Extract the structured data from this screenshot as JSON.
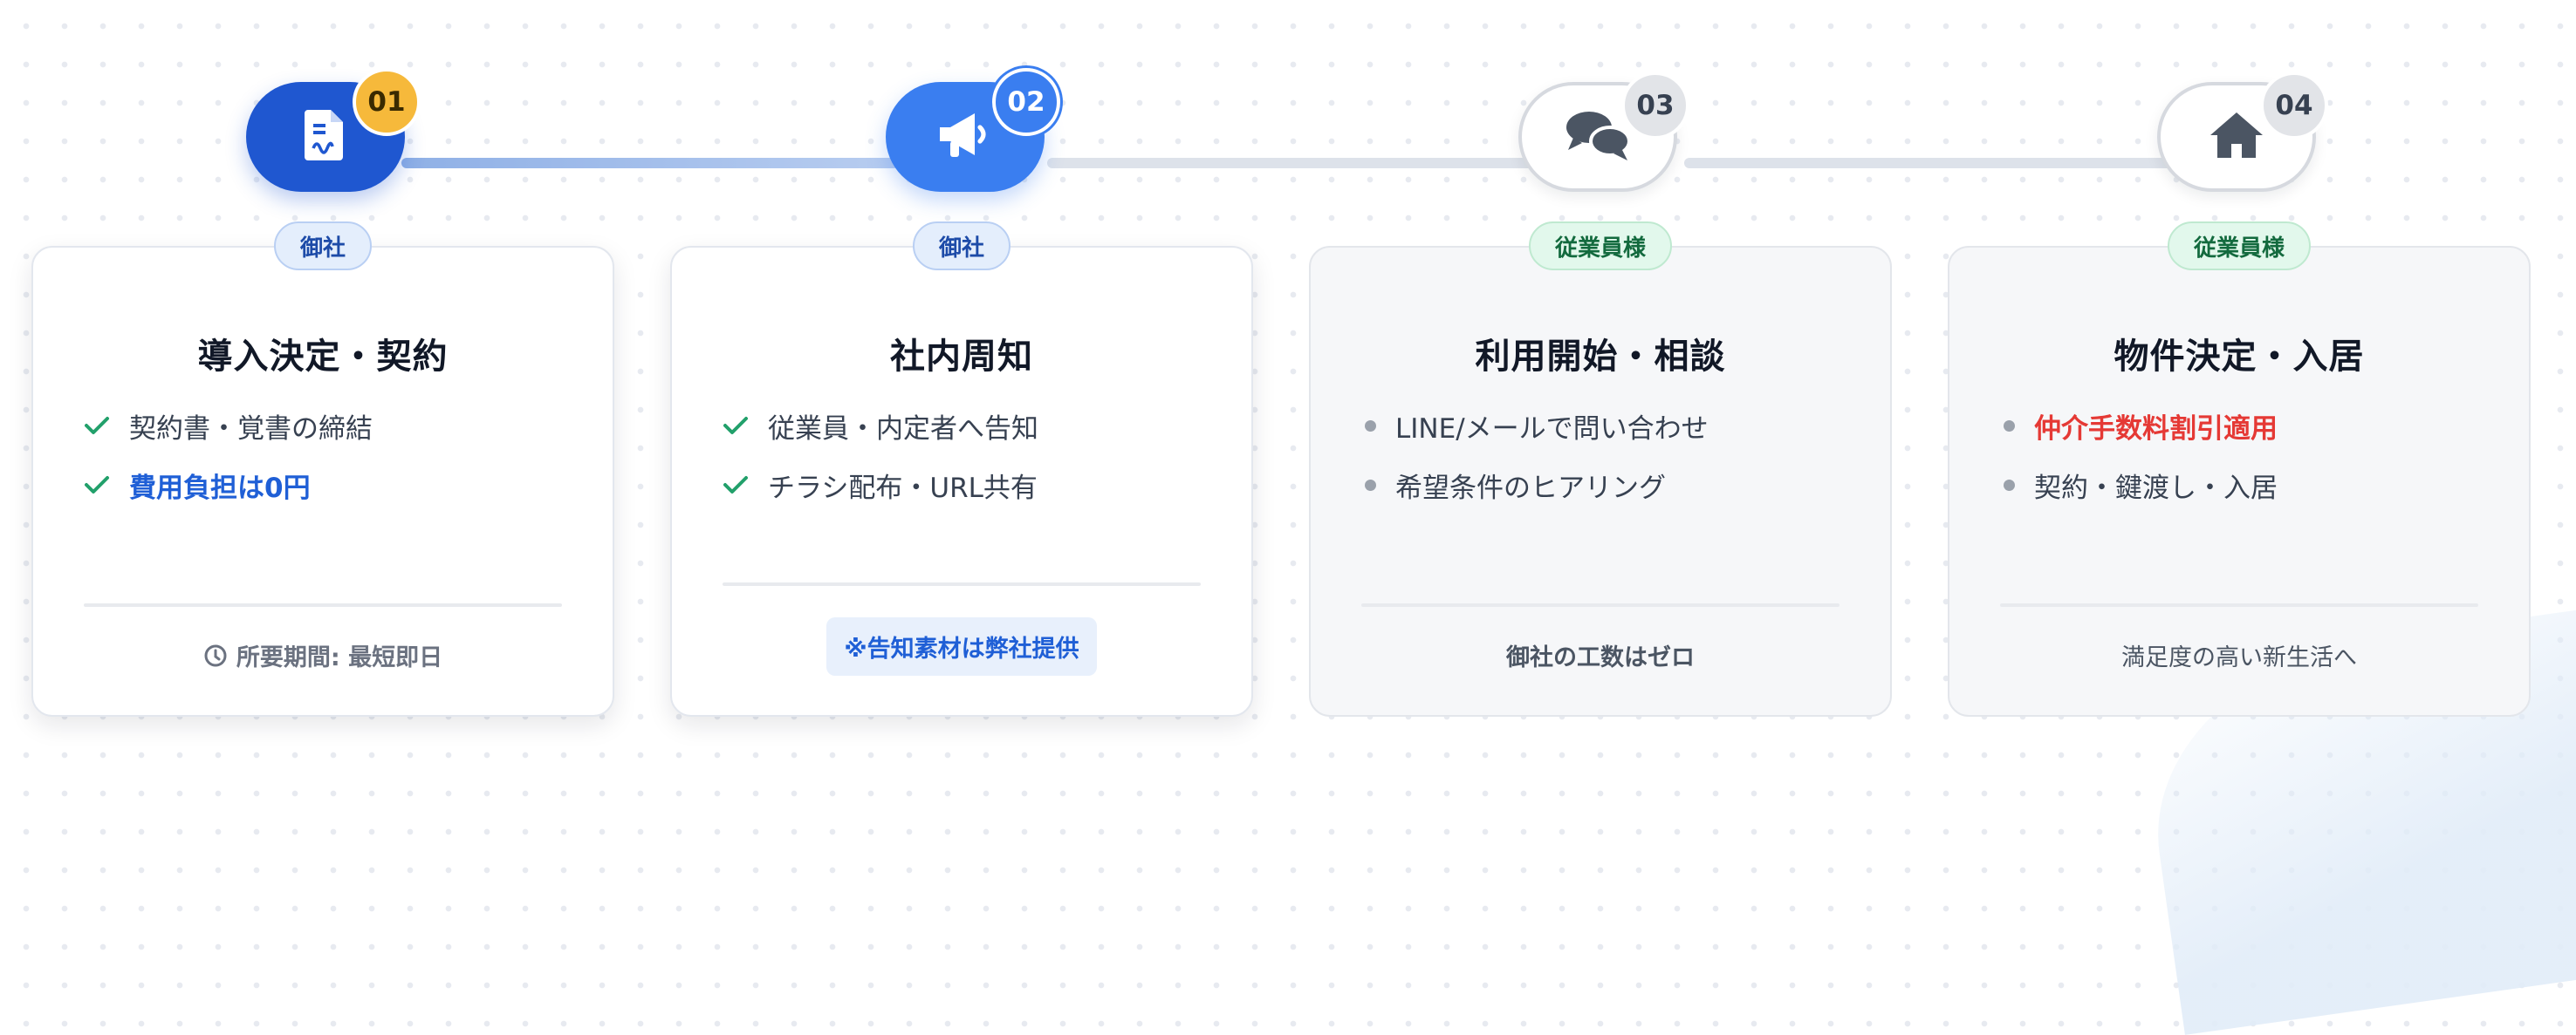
{
  "steps": [
    {
      "number": "01",
      "icon": "document-icon",
      "owner": "御社",
      "title": "導入決定・契約",
      "items": [
        "契約書・覚書の締結",
        "費用負担は0円"
      ],
      "footer": "所要期間: 最短即日"
    },
    {
      "number": "02",
      "icon": "megaphone-icon",
      "owner": "御社",
      "title": "社内周知",
      "items": [
        "従業員・内定者へ告知",
        "チラシ配布・URL共有"
      ],
      "note": "※告知素材は弊社提供"
    },
    {
      "number": "03",
      "icon": "chat-icon",
      "owner": "従業員様",
      "title": "利用開始・相談",
      "items": [
        "LINE/メールで問い合わせ",
        "希望条件のヒアリング"
      ],
      "footer": "御社の工数はゼロ"
    },
    {
      "number": "04",
      "icon": "home-icon",
      "owner": "従業員様",
      "title": "物件決定・入居",
      "items": [
        "仲介手数料割引適用",
        "契約・鍵渡し・入居"
      ],
      "footer": "満足度の高い新生活へ"
    }
  ],
  "colors": {
    "primary_dark": "#1f57d0",
    "primary": "#3a7ef0",
    "accent_orange": "#f6b93b",
    "highlight_red": "#e53935",
    "check_green": "#22a06b"
  }
}
